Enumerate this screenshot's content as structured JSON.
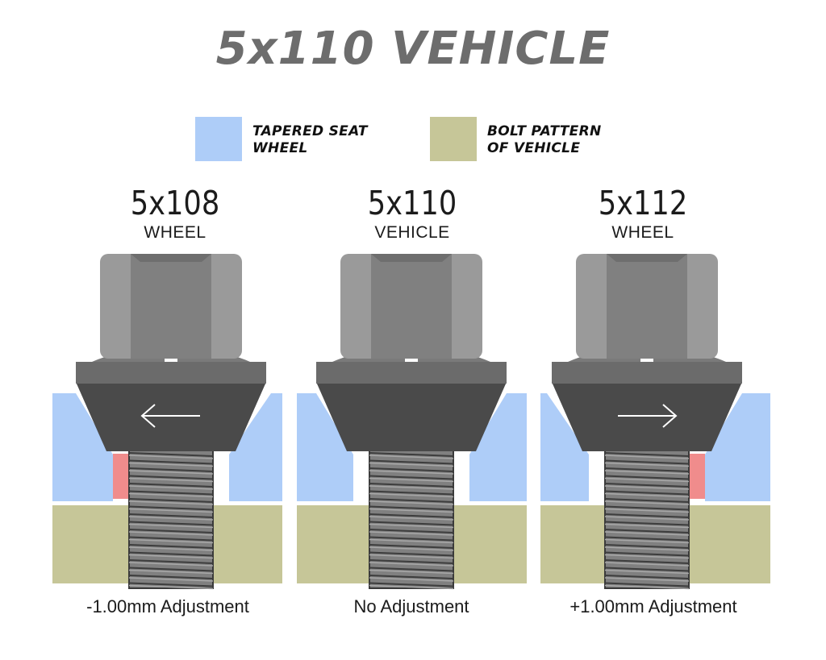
{
  "title": "5x110 VEHICLE",
  "legend": [
    {
      "label": "TAPERED SEAT\nWHEEL",
      "color": "#aecdf8"
    },
    {
      "label": "BOLT PATTERN\nOF VEHICLE",
      "color": "#c6c698"
    }
  ],
  "colors": {
    "wheel_blue": "#aecdf8",
    "vehicle_khaki": "#c6c698",
    "gap_red": "#f08c8c",
    "bolt_light": "#9a9a9a",
    "bolt_mid": "#808080",
    "bolt_dark": "#4a4a4a"
  },
  "columns": [
    {
      "pattern": "5x108",
      "sub": "WHEEL",
      "caption": "-1.00mm Adjustment",
      "arrow": "left-arrow-icon",
      "offset_mm": -1.0
    },
    {
      "pattern": "5x110",
      "sub": "VEHICLE",
      "caption": "No Adjustment",
      "arrow": "",
      "offset_mm": 0
    },
    {
      "pattern": "5x112",
      "sub": "WHEEL",
      "caption": "+1.00mm Adjustment",
      "arrow": "right-arrow-icon",
      "offset_mm": 1.0
    }
  ]
}
